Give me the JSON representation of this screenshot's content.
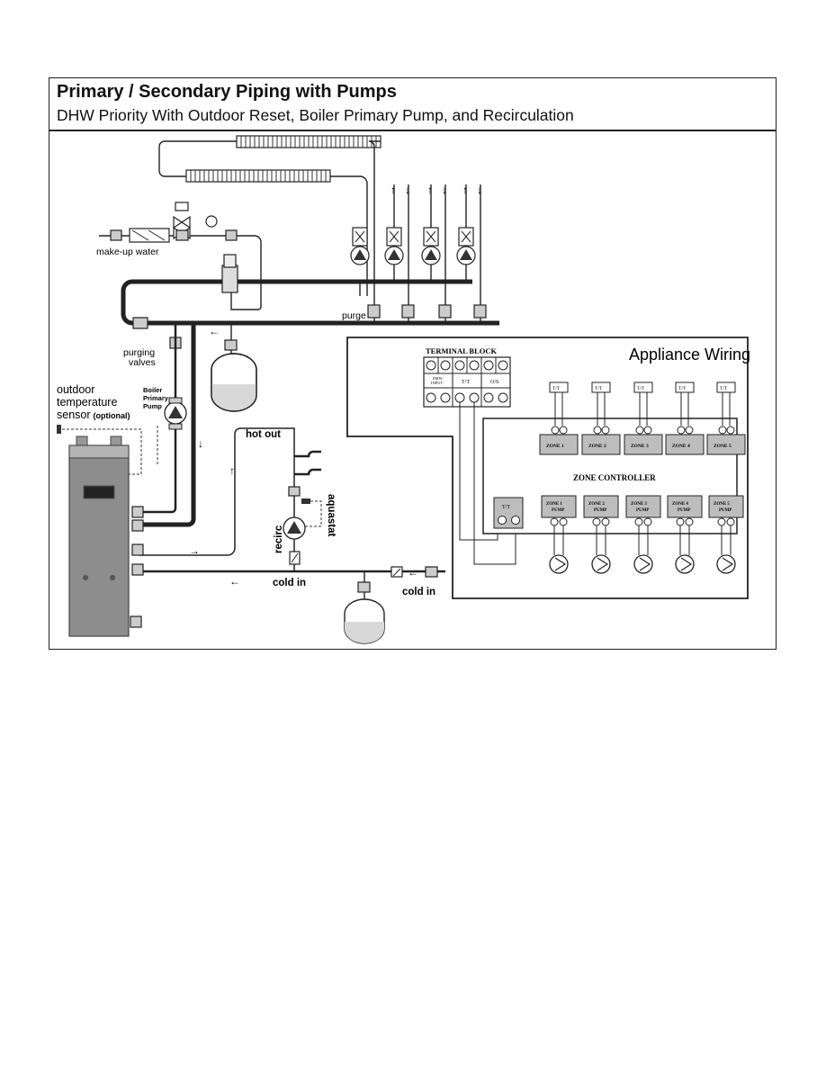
{
  "title": "Primary / Secondary Piping with Pumps",
  "subtitle": "DHW Priority With Outdoor Reset, Boiler Primary Pump, and Recirculation",
  "labels": {
    "makeup_water": "make-up water",
    "purge": "purge",
    "purging_valves_1": "purging",
    "purging_valves_2": "valves",
    "outdoor_1": "outdoor",
    "outdoor_2": "temperature",
    "outdoor_3": "sensor",
    "outdoor_optional": "(optional)",
    "boiler_pump_1": "Boiler",
    "boiler_pump_2": "Primary",
    "boiler_pump_3": "Pump",
    "hot_out": "hot out",
    "aquastat": "aquastat",
    "recirc": "recirc",
    "cold_in_left": "cold in",
    "cold_in_right": "cold in"
  },
  "wiring": {
    "title": "Appliance Wiring",
    "terminal_block": "TERMINAL BLOCK",
    "tb_dhw_input_1": "DHW",
    "tb_dhw_input_2": "INPUT",
    "tb_tt": "T/T",
    "tb_os": "O/S",
    "zone_controller": "ZONE CONTROLLER",
    "tt_label": "T/T",
    "zones": [
      "ZONE 1",
      "ZONE 2",
      "ZONE 3",
      "ZONE 4",
      "ZONE 5"
    ],
    "pumps_line1": [
      "ZONE 1",
      "ZONE 2",
      "ZONE 3",
      "ZONE 4",
      "ZONE 5"
    ],
    "pumps_line2": "PUMP"
  }
}
